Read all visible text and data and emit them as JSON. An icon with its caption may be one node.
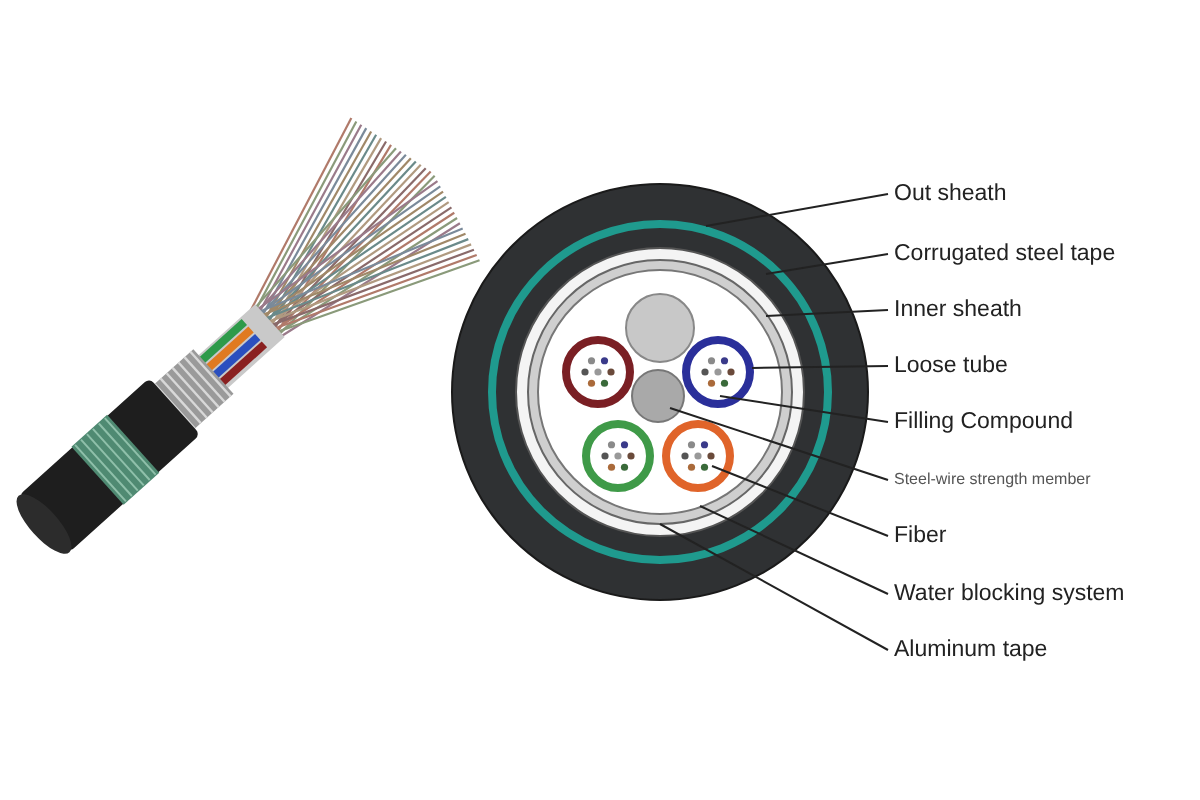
{
  "diagram": {
    "nodes": [
      {
        "text": [
          "Out sheath"
        ]
      },
      {
        "text": [
          "Corrugated steel tape"
        ]
      },
      {
        "text": [
          "Inner sheath"
        ]
      },
      {
        "text": [
          "Loose tube"
        ]
      },
      {
        "text": [
          "Filling Compound"
        ]
      },
      {
        "text": [
          "Steel-wire strength member"
        ]
      },
      {
        "text": [
          "Fiber"
        ]
      },
      {
        "text": [
          "Water blocking system"
        ]
      },
      {
        "text": [
          "Aluminum tape"
        ]
      }
    ],
    "edges": [
      {
        "from": 0,
        "to": null,
        "arrow": "none"
      },
      {
        "from": 1,
        "to": null,
        "arrow": "none"
      },
      {
        "from": 2,
        "to": null,
        "arrow": "none"
      },
      {
        "from": 3,
        "to": null,
        "arrow": "none"
      },
      {
        "from": 4,
        "to": null,
        "arrow": "none"
      },
      {
        "from": 5,
        "to": null,
        "arrow": "none"
      },
      {
        "from": 6,
        "to": null,
        "arrow": "none"
      },
      {
        "from": 7,
        "to": null,
        "arrow": "none"
      },
      {
        "from": 8,
        "to": null,
        "arrow": "none"
      }
    ]
  }
}
